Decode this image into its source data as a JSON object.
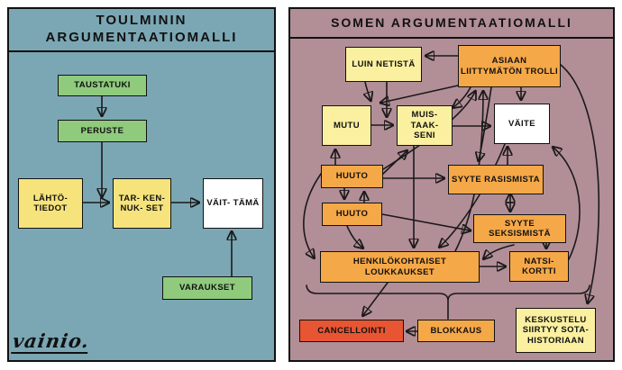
{
  "signature": "vainio.",
  "left_panel": {
    "title": "TOULMININ ARGUMENTAATIOMALLI",
    "bg_color": "#7BA7B4",
    "box_colors": {
      "green": "#8FCA7D",
      "yellow": "#F6E37B",
      "white": "#FFFFFF"
    },
    "nodes": {
      "taustatuki": {
        "label": "TAUSTATUKI",
        "color": "green"
      },
      "peruste": {
        "label": "PERUSTE",
        "color": "green"
      },
      "lahtotiedot": {
        "label": "LÄHTÖ- TIEDOT",
        "color": "yellow"
      },
      "tarkennukset": {
        "label": "TAR- KEN- NUK- SET",
        "color": "yellow"
      },
      "vaittama": {
        "label": "VÄIT- TÄMÄ",
        "color": "white"
      },
      "varaukset": {
        "label": "VARAUKSET",
        "color": "green"
      }
    }
  },
  "right_panel": {
    "title": "SOMEN ARGUMENTAATIOMALLI",
    "bg_color": "#B28E97",
    "box_colors": {
      "pale_yellow": "#FAF0A0",
      "orange": "#F5A847",
      "white": "#FFFFFF",
      "red": "#E85532"
    },
    "nodes": {
      "luin_netista": {
        "label": "LUIN NETISTÄ",
        "color": "pale_yellow"
      },
      "trolli": {
        "label": "ASIAAN LIITTYMÄTÖN TROLLI",
        "color": "orange"
      },
      "mutu": {
        "label": "MUTU",
        "color": "pale_yellow"
      },
      "muistaakseni": {
        "label": "MUIS- TAAK- SENI",
        "color": "pale_yellow"
      },
      "vaite": {
        "label": "VÄITE",
        "color": "white"
      },
      "huuto1": {
        "label": "HUUTO",
        "color": "orange"
      },
      "huuto2": {
        "label": "HUUTO",
        "color": "orange"
      },
      "syyte_rasismista": {
        "label": "SYYTE RASISMISTA",
        "color": "orange"
      },
      "syyte_seksismista": {
        "label": "SYYTE SEKSISMISTÄ",
        "color": "orange"
      },
      "loukkaukset": {
        "label": "HENKILÖKOHTAISET LOUKKAUKSET",
        "color": "orange"
      },
      "natsikortti": {
        "label": "NATSI- KORTTI",
        "color": "orange"
      },
      "cancellointi": {
        "label": "CANCELLOINTI",
        "color": "red"
      },
      "blokkaus": {
        "label": "BLOKKAUS",
        "color": "orange"
      },
      "keskustelu": {
        "label": "KESKUSTELU SIIRTYY SOTA- HISTORIAAN",
        "color": "pale_yellow"
      }
    }
  }
}
